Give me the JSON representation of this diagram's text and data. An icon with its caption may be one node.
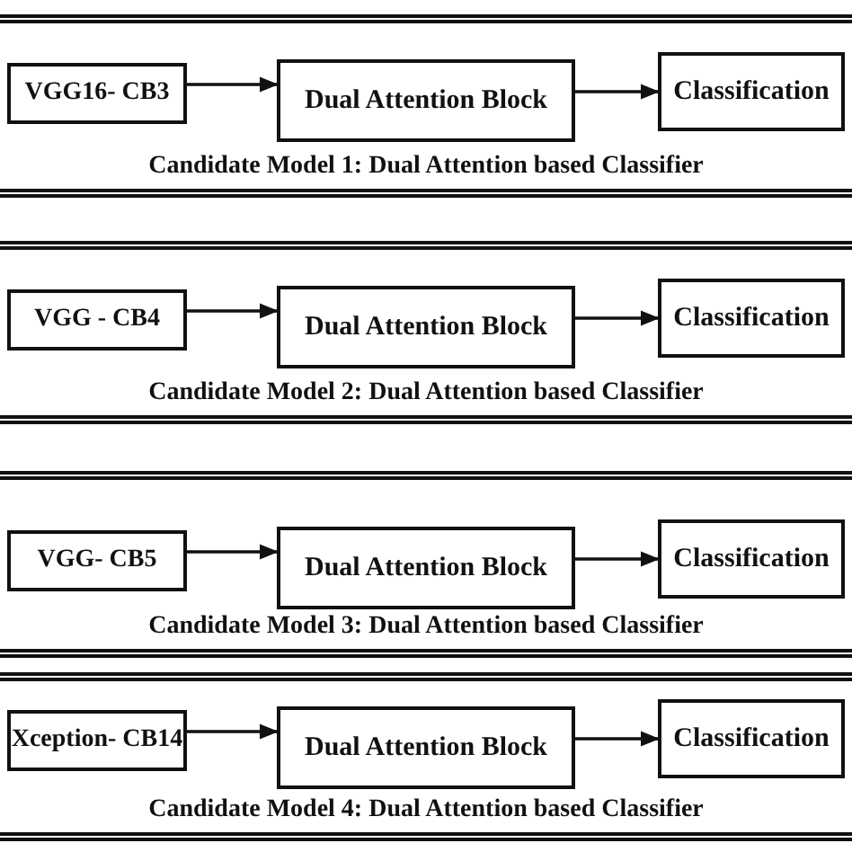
{
  "diagram": {
    "nodes": [
      {
        "text": [
          "Candidate Model 1: Dual Attention based Classifier"
        ]
      },
      {
        "text": [
          "VGG16- CB3"
        ],
        "in": 0
      },
      {
        "text": [
          "Dual Attention Block"
        ],
        "in": 0
      },
      {
        "text": [
          "Classification"
        ],
        "in": 0
      },
      {
        "text": [
          "Candidate Model 2: Dual Attention based Classifier"
        ]
      },
      {
        "text": [
          "VGG - CB4"
        ],
        "in": 4
      },
      {
        "text": [
          "Dual Attention Block"
        ],
        "in": 4
      },
      {
        "text": [
          "Classification"
        ],
        "in": 4
      },
      {
        "text": [
          "Candidate Model 3: Dual Attention based Classifier"
        ]
      },
      {
        "text": [
          "VGG- CB5"
        ],
        "in": 8
      },
      {
        "text": [
          "Dual Attention Block"
        ],
        "in": 8
      },
      {
        "text": [
          "Classification"
        ],
        "in": 8
      },
      {
        "text": [
          "Candidate Model 4: Dual Attention based Classifier"
        ]
      },
      {
        "text": [
          "Xception- CB14"
        ],
        "in": 12
      },
      {
        "text": [
          "Dual Attention Block"
        ],
        "in": 12
      },
      {
        "text": [
          "Classification"
        ],
        "in": 12
      }
    ],
    "edges": [
      {
        "from": 1,
        "to": 2,
        "arrow": "to"
      },
      {
        "from": 2,
        "to": 3,
        "arrow": "to"
      },
      {
        "from": 5,
        "to": 6,
        "arrow": "to"
      },
      {
        "from": 6,
        "to": 7,
        "arrow": "to"
      },
      {
        "from": 9,
        "to": 10,
        "arrow": "to"
      },
      {
        "from": 10,
        "to": 11,
        "arrow": "to"
      },
      {
        "from": 13,
        "to": 14,
        "arrow": "to"
      },
      {
        "from": 14,
        "to": 15,
        "arrow": "to"
      }
    ]
  }
}
